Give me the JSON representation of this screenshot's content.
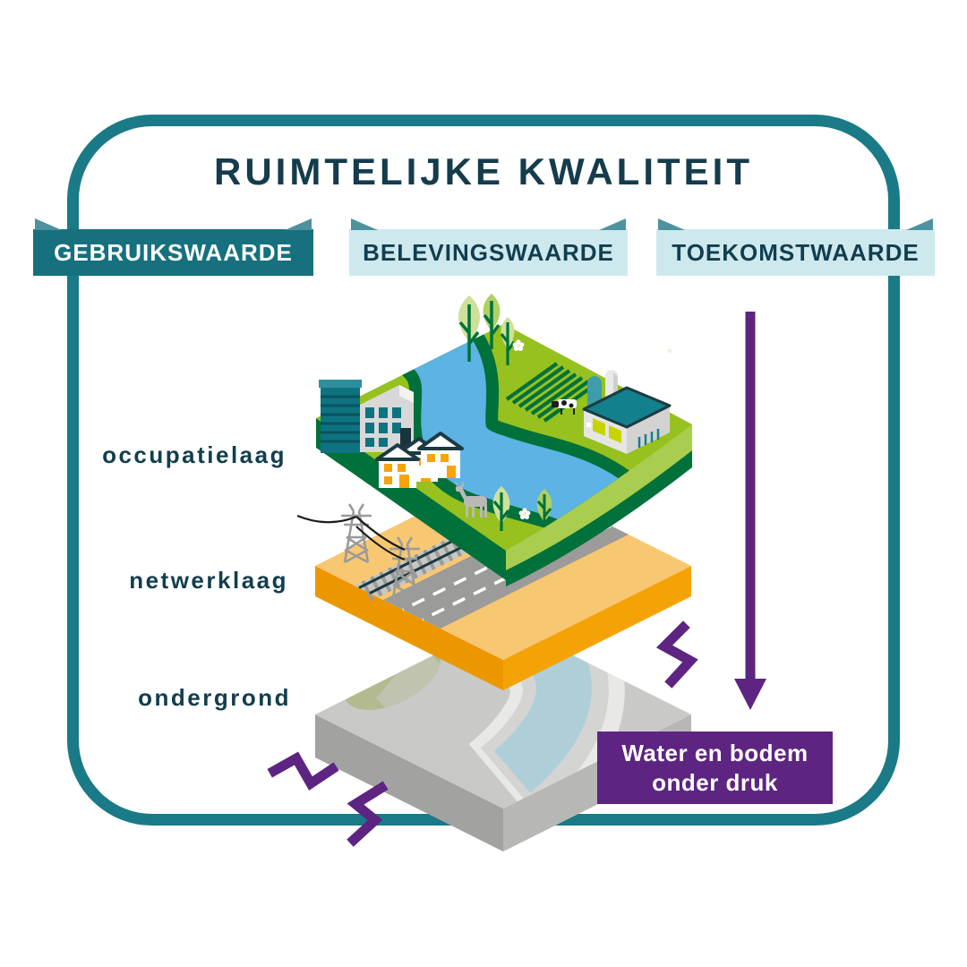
{
  "title": "RUIMTELIJKE KWALITEIT",
  "banners": [
    {
      "label": "GEBRUIKSWAARDE",
      "style": "dark"
    },
    {
      "label": "BELEVINGSWAARDE",
      "style": "light"
    },
    {
      "label": "TOEKOMSTWAARDE",
      "style": "light"
    }
  ],
  "layers": [
    {
      "label": "occupatielaag"
    },
    {
      "label": "netwerklaag"
    },
    {
      "label": "ondergrond"
    }
  ],
  "callout": {
    "line1": "Water en bodem",
    "line2": "onder druk"
  },
  "illustration": {
    "elements": [
      "occupation-layer-tile",
      "network-layer-tile",
      "subsurface-block",
      "river",
      "houses",
      "office-buildings",
      "farm",
      "silos",
      "field",
      "cow",
      "deer",
      "trees",
      "flowers",
      "power-pylons",
      "power-cables",
      "railway",
      "road",
      "groundwater",
      "pressure-arrow-down",
      "pressure-zigzag",
      "rounded-frame"
    ]
  },
  "colors": {
    "frame_teal": "#1A7A87",
    "title_text": "#143C4C",
    "banner_dark_bg": "#16707E",
    "banner_light_bg": "#CEE9EE",
    "banner_dark_text": "#FFFFFF",
    "banner_light_text": "#113E4F",
    "ribbon_fold": "#4E929F",
    "label_text": "#123E4D",
    "purple": "#5D2482",
    "grass": "#96C11E",
    "grass_edge_light": "#A9CD4E",
    "green_dark": "#00713A",
    "river_blue": "#5CB3E4",
    "orange_top": "#F8C771",
    "orange_side": "#F4A306",
    "road_gray": "#9B9B9A",
    "rail_dark": "#1A3A40",
    "block_gray": "#C9C9C8",
    "block_water": "#AFCFD8",
    "sage_patch": "#B4BA90",
    "teal_building": "#0D7381",
    "farm_roof": "#12808D",
    "silo_teal": "#3F9DAB",
    "window_green": "#C8D400",
    "house_orange": "#F6A40A",
    "outline_dark": "#1B3B43"
  }
}
